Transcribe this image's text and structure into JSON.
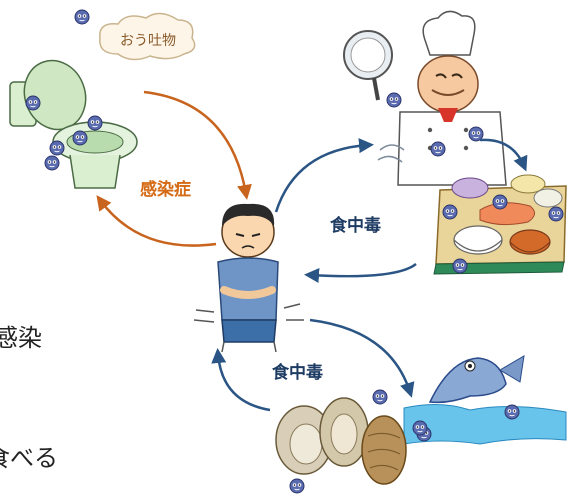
{
  "labels": {
    "vomit": "おう吐物",
    "infection": "感染症",
    "food_poisoning_top": "食中毒",
    "food_poisoning_bottom": "食中毒"
  },
  "cut_text": {
    "line1": "感染",
    "line2": "食べる"
  },
  "colors": {
    "infection_arrow": "#c8641e",
    "food_arrow": "#2a5585",
    "label_infection": "#d56a14",
    "label_food": "#1e3c63",
    "virus": "#5a6bb0"
  },
  "icons": [
    "toilet-icon",
    "chef-icon",
    "meal-tray-icon",
    "sick-boy-icon",
    "fish-icon",
    "oyster-icon",
    "virus-icon"
  ]
}
